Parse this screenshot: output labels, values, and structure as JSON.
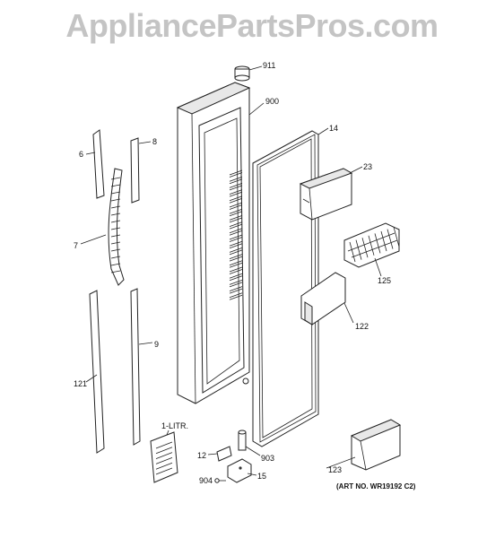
{
  "watermark": "AppliancePartsPros.com",
  "art_number": "(ART NO. WR19192 C2)",
  "labels": {
    "p911": "911",
    "p900": "900",
    "p14": "14",
    "p23": "23",
    "p8": "8",
    "p6": "6",
    "p7": "7",
    "p125": "125",
    "p122": "122",
    "p9": "9",
    "p121": "121",
    "p1litr": "1-LITR.",
    "p12": "12",
    "p903": "903",
    "p904": "904",
    "p15": "15",
    "p123": "123"
  }
}
